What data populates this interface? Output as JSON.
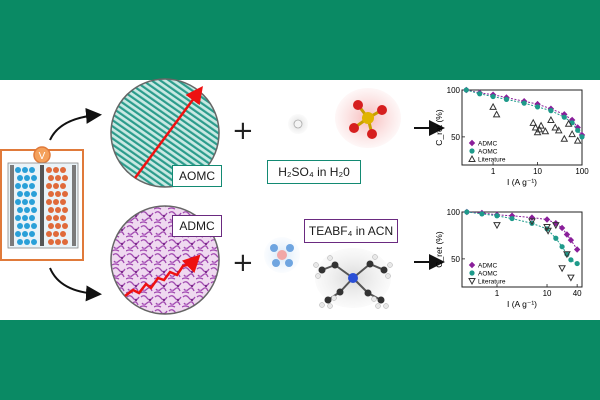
{
  "colors": {
    "band": "#0a8a64",
    "admc": "#8a1f9a",
    "aomc": "#1e9a8a",
    "literature": "#333333",
    "electrode_pos": "#e06a3a",
    "ions_blue": "#2aa0d8"
  },
  "cell": {
    "voltage_symbol": "V"
  },
  "top_row": {
    "material_label": "AOMC",
    "electrolyte_label": "H₂SO₄ in H₂0",
    "plus": "+"
  },
  "bottom_row": {
    "material_label": "ADMC",
    "electrolyte_label": "TEABF₄ in ACN",
    "plus": "+"
  },
  "chart_data": [
    {
      "type": "scatter",
      "xscale": "log",
      "ylabel": "C_ret (%)",
      "xlabel": "I (A g⁻¹)",
      "xlim": [
        0.2,
        100
      ],
      "ylim": [
        20,
        100
      ],
      "xticks": [
        {
          "v": 1,
          "label": "1"
        },
        {
          "v": 10,
          "label": "10"
        },
        {
          "v": 100,
          "label": "100"
        }
      ],
      "yticks": [
        {
          "v": 100,
          "label": "100"
        },
        {
          "v": 50,
          "label": "50"
        }
      ],
      "legend": [
        "ADMC",
        "AOMC",
        "Literature"
      ],
      "series": [
        {
          "name": "ADMC",
          "marker": "diamond",
          "x": [
            0.25,
            0.5,
            1,
            2,
            5,
            10,
            20,
            40,
            60,
            80,
            100
          ],
          "y": [
            100,
            97,
            95,
            92,
            88,
            85,
            80,
            74,
            68,
            60,
            52
          ]
        },
        {
          "name": "AOMC",
          "marker": "circle",
          "x": [
            0.25,
            0.5,
            1,
            2,
            5,
            10,
            20,
            40,
            60,
            80,
            100
          ],
          "y": [
            100,
            96,
            93,
            90,
            86,
            82,
            78,
            71,
            65,
            57,
            50
          ]
        },
        {
          "name": "Literature",
          "marker": "triangle-up",
          "x": [
            1,
            1.2,
            8,
            9,
            10,
            11,
            12,
            15,
            20,
            25,
            30,
            40,
            50,
            60,
            80
          ],
          "y": [
            82,
            74,
            65,
            60,
            55,
            58,
            62,
            56,
            68,
            60,
            57,
            48,
            64,
            53,
            46
          ]
        }
      ]
    },
    {
      "type": "scatter",
      "xscale": "log",
      "ylabel": "C_ret (%)",
      "xlabel": "I (A g⁻¹)",
      "xlim": [
        0.2,
        50
      ],
      "ylim": [
        20,
        100
      ],
      "xticks": [
        {
          "v": 1,
          "label": "1"
        },
        {
          "v": 10,
          "label": "10"
        },
        {
          "v": 40,
          "label": "40"
        }
      ],
      "yticks": [
        {
          "v": 100,
          "label": "100"
        },
        {
          "v": 50,
          "label": "50"
        }
      ],
      "legend": [
        "ADMC",
        "AOMC",
        "Literature"
      ],
      "series": [
        {
          "name": "ADMC",
          "marker": "diamond",
          "x": [
            0.25,
            0.5,
            1,
            2,
            5,
            10,
            15,
            20,
            25,
            30,
            40
          ],
          "y": [
            100,
            99,
            97,
            96,
            94,
            92,
            88,
            83,
            76,
            70,
            60
          ]
        },
        {
          "name": "AOMC",
          "marker": "circle",
          "x": [
            0.25,
            0.5,
            1,
            2,
            5,
            10,
            15,
            20,
            25,
            30,
            40
          ],
          "y": [
            100,
            98,
            96,
            93,
            88,
            82,
            72,
            63,
            55,
            49,
            45
          ]
        },
        {
          "name": "Literature",
          "marker": "triangle-down",
          "x": [
            1,
            5,
            10,
            10.5,
            15,
            20,
            25,
            30
          ],
          "y": [
            86,
            90,
            84,
            80,
            86,
            40,
            55,
            30
          ]
        }
      ]
    }
  ]
}
